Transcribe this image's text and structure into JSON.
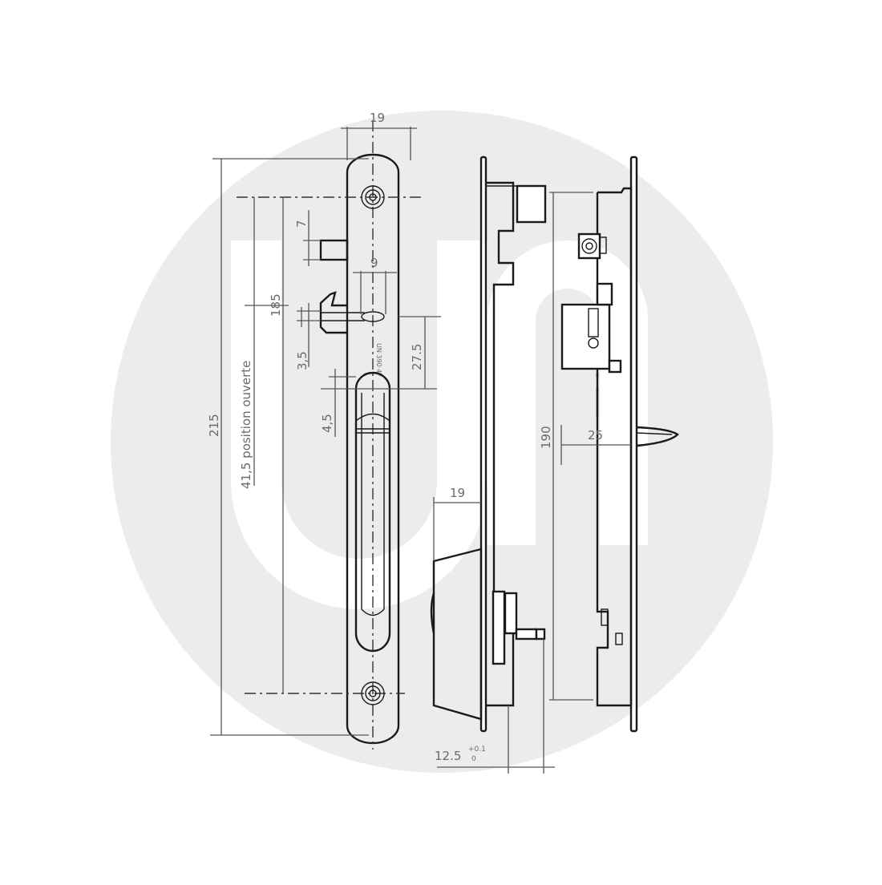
{
  "figure": {
    "subject": "Sliding door hook lock - technical dimension drawing",
    "watermark": {
      "shape": "circle-with-uu-logo",
      "circle_color": "#ececec",
      "logo_color": "#ffffff"
    },
    "line_color": "#1a1a1a",
    "dimension_text_color": "#6a6a6a"
  },
  "front_view": {
    "dimensions": {
      "faceplate_width": "19",
      "overall_height": "215",
      "screw_centers": "185",
      "position_ouverte": "41,5  position ouverte",
      "latch_height": "7",
      "hook_width": "9",
      "hook_thickness": "3,5",
      "hook_to_slot": "27.5",
      "slot_offset": "4,5"
    },
    "stamp": "UN·390·4F"
  },
  "side_view": {
    "dimensions": {
      "cylinder_projection": "19",
      "case_height": "190",
      "case_depth": "25",
      "backset": "12.5",
      "backset_tol_upper": "+0.1",
      "backset_tol_lower": "0"
    }
  }
}
